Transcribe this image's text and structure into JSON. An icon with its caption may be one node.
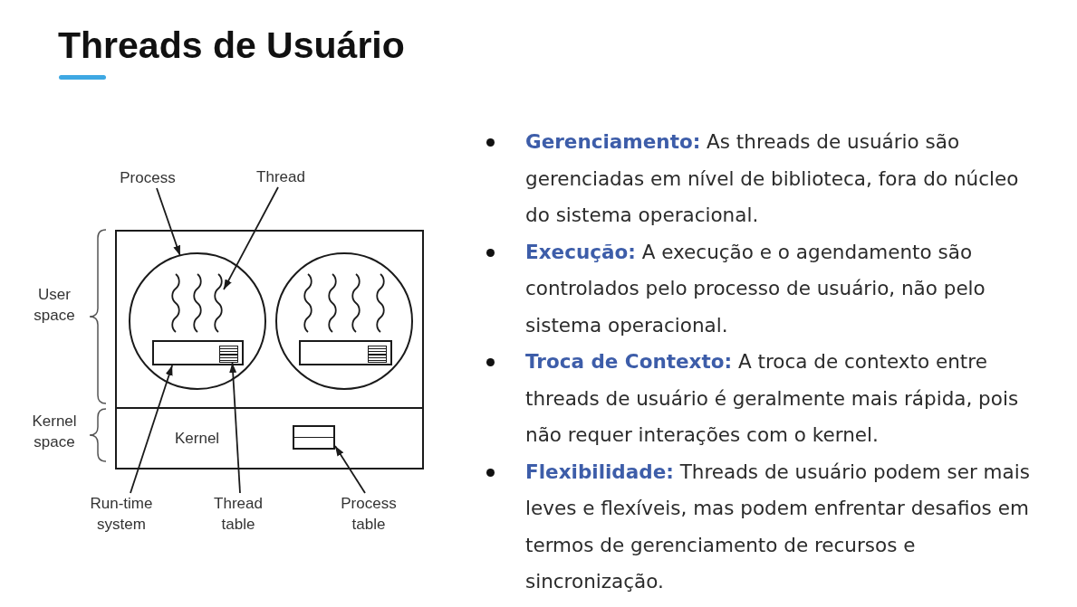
{
  "diagram": {
    "title": "Threads de Usuário",
    "nodes": [
      {
        "text": [
          "Process"
        ]
      },
      {
        "text": [
          "Thread"
        ]
      },
      {
        "text": [],
        "shape": "box"
      },
      {
        "text": [],
        "shape": "circle",
        "in": 2
      },
      {
        "text": [],
        "shape": "wave",
        "in": 3
      },
      {
        "text": [],
        "shape": "wave",
        "in": 3
      },
      {
        "text": [],
        "shape": "wave",
        "in": 3
      },
      {
        "text": [],
        "shape": "box",
        "in": 3
      },
      {
        "text": [],
        "shape": "box",
        "in": 7
      },
      {
        "text": [],
        "shape": "circle",
        "in": 2
      },
      {
        "text": [],
        "shape": "wave",
        "in": 9
      },
      {
        "text": [],
        "shape": "wave",
        "in": 9
      },
      {
        "text": [],
        "shape": "wave",
        "in": 9
      },
      {
        "text": [],
        "shape": "wave",
        "in": 9
      },
      {
        "text": [],
        "shape": "box",
        "in": 9
      },
      {
        "text": [],
        "shape": "box",
        "in": 14
      },
      {
        "text": [
          "Kernel"
        ],
        "in": 2
      },
      {
        "text": [],
        "shape": "box",
        "in": 16
      },
      {
        "text": [
          "Run-time system"
        ]
      },
      {
        "text": [
          "Thread table"
        ]
      },
      {
        "text": [
          "Process table"
        ]
      }
    ],
    "edges": [
      {
        "from": 0,
        "to": 3,
        "arrow": "to"
      },
      {
        "from": 1,
        "to": 6,
        "arrow": "to"
      },
      {
        "from": 18,
        "to": 7,
        "arrow": "to"
      },
      {
        "from": 19,
        "to": 8,
        "arrow": "to"
      },
      {
        "from": 20,
        "to": 17,
        "arrow": "to"
      }
    ],
    "labels": [
      "User space",
      "Kernel space",
      "**Gerenciamento:** As threads de usuário são gerenciadas em nível de biblioteca, fora do núcleo do sistema operacional.",
      "**Execução:** A execução e o agendamento são controlados pelo processo de usuário, não pelo sistema operacional.",
      "**Troca de Contexto:** A troca de contexto entre threads de usuário é geralmente mais rápida, pois não requer interações com o kernel.",
      "**Flexibilidade:** Threads de usuário podem ser mais leves e flexíveis, mas podem enfrentar desafios em termos de gerenciamento de recursos e sincronização."
    ]
  }
}
